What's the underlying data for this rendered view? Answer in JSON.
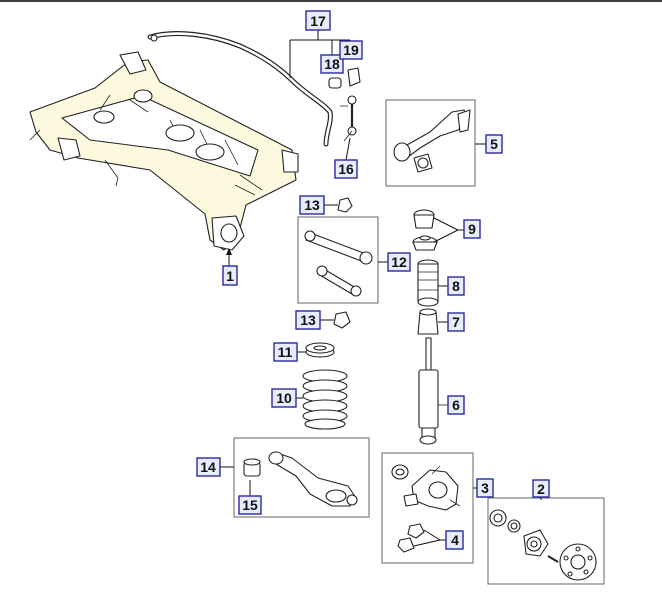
{
  "callouts": {
    "c1": "1",
    "c2": "2",
    "c3": "3",
    "c4": "4",
    "c5": "5",
    "c6": "6",
    "c7": "7",
    "c8": "8",
    "c9": "9",
    "c10": "10",
    "c11": "11",
    "c12": "12",
    "c13a": "13",
    "c13b": "13",
    "c14": "14",
    "c15": "15",
    "c16": "16",
    "c17": "17",
    "c18": "18",
    "c19": "19"
  },
  "colors": {
    "callout_fill": "#e8ecff",
    "callout_border": "#2a2aa0",
    "line": "#222222"
  }
}
